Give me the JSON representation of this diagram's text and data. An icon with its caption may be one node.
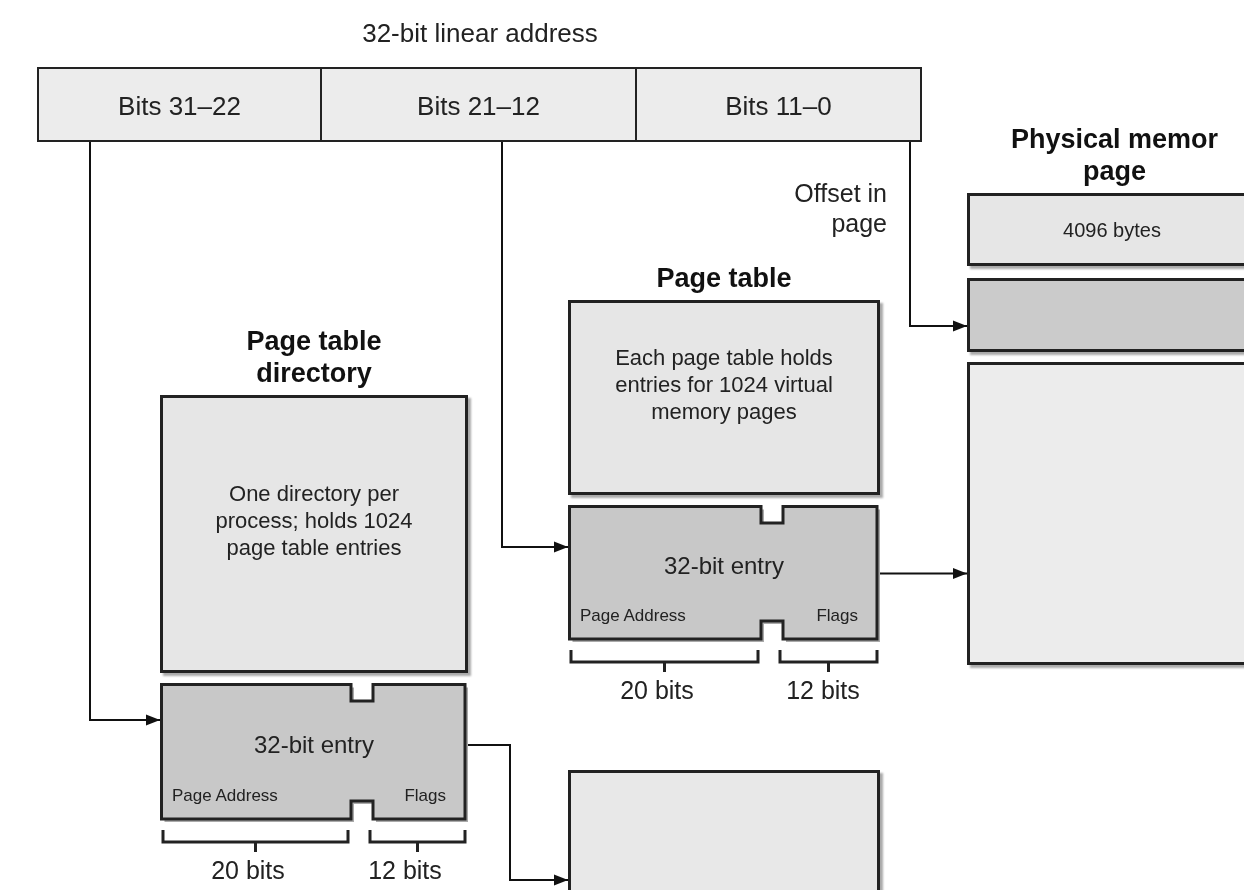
{
  "diagram": {
    "title": "32-bit linear address",
    "nodes": [
      {
        "text": [
          "Bits 31–22"
        ]
      },
      {
        "text": [
          "Bits 21–12"
        ]
      },
      {
        "text": [
          "Bits 11–0"
        ]
      },
      {
        "text": [
          "Page table directory",
          "One directory per process; holds 1024 page table entries"
        ]
      },
      {
        "text": [
          "32-bit entry",
          "Page Address",
          "Flags"
        ]
      },
      {
        "text": [
          "Page table",
          "Each page table holds entries for 1024 virtual memory pages"
        ]
      },
      {
        "text": [
          "32-bit entry",
          "Page Address",
          "Flags"
        ]
      },
      {
        "text": [],
        "shape": "box"
      },
      {
        "text": [
          "Physical memor page",
          "4096 bytes"
        ]
      },
      {
        "text": [],
        "shape": "box"
      },
      {
        "text": [],
        "shape": "box"
      }
    ],
    "edges": [
      {
        "from": 0,
        "to": 4,
        "arrow": "to"
      },
      {
        "from": 1,
        "to": 6,
        "arrow": "to"
      },
      {
        "from": 2,
        "to": 9,
        "arrow": "to"
      },
      {
        "from": 4,
        "to": 7,
        "arrow": "to"
      },
      {
        "from": 6,
        "to": 10,
        "arrow": "to"
      }
    ],
    "labels": [
      "Offset in page",
      "20 bits",
      "12 bits",
      "20 bits",
      "12 bits"
    ]
  }
}
